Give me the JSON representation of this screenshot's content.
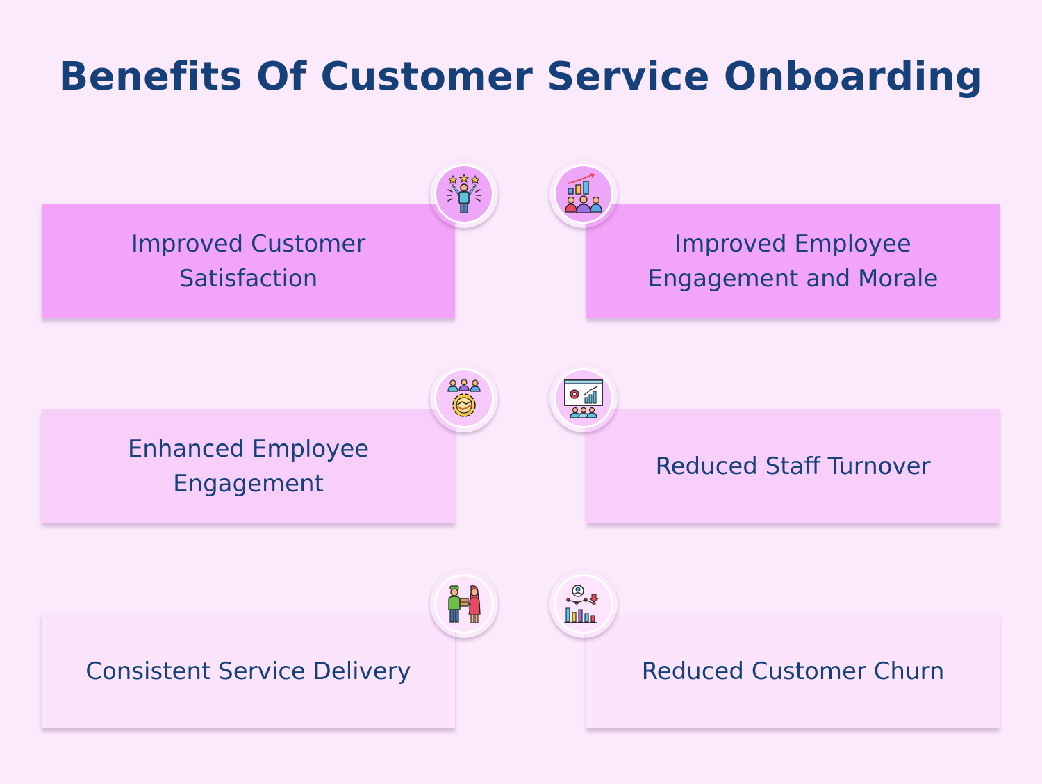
{
  "title": "Benefits Of Customer Service Onboarding",
  "cards": [
    {
      "text": "Improved Customer Satisfaction",
      "icon": "celebrating-person-stars-icon"
    },
    {
      "text": "Improved Employee Engagement and Morale",
      "icon": "team-growth-chart-icon"
    },
    {
      "text": "Enhanced Employee Engagement",
      "icon": "team-handshake-gear-icon"
    },
    {
      "text": "Reduced Staff Turnover",
      "icon": "presentation-board-team-icon"
    },
    {
      "text": "Consistent Service Delivery",
      "icon": "delivery-handover-icon"
    },
    {
      "text": "Reduced Customer Churn",
      "icon": "customer-analytics-chart-icon"
    }
  ],
  "colors": {
    "background": "#fbeafc",
    "title": "#15407a",
    "row1": "#f2a4f8",
    "row2": "#f8cefa",
    "row3": "#fbe4fc"
  }
}
